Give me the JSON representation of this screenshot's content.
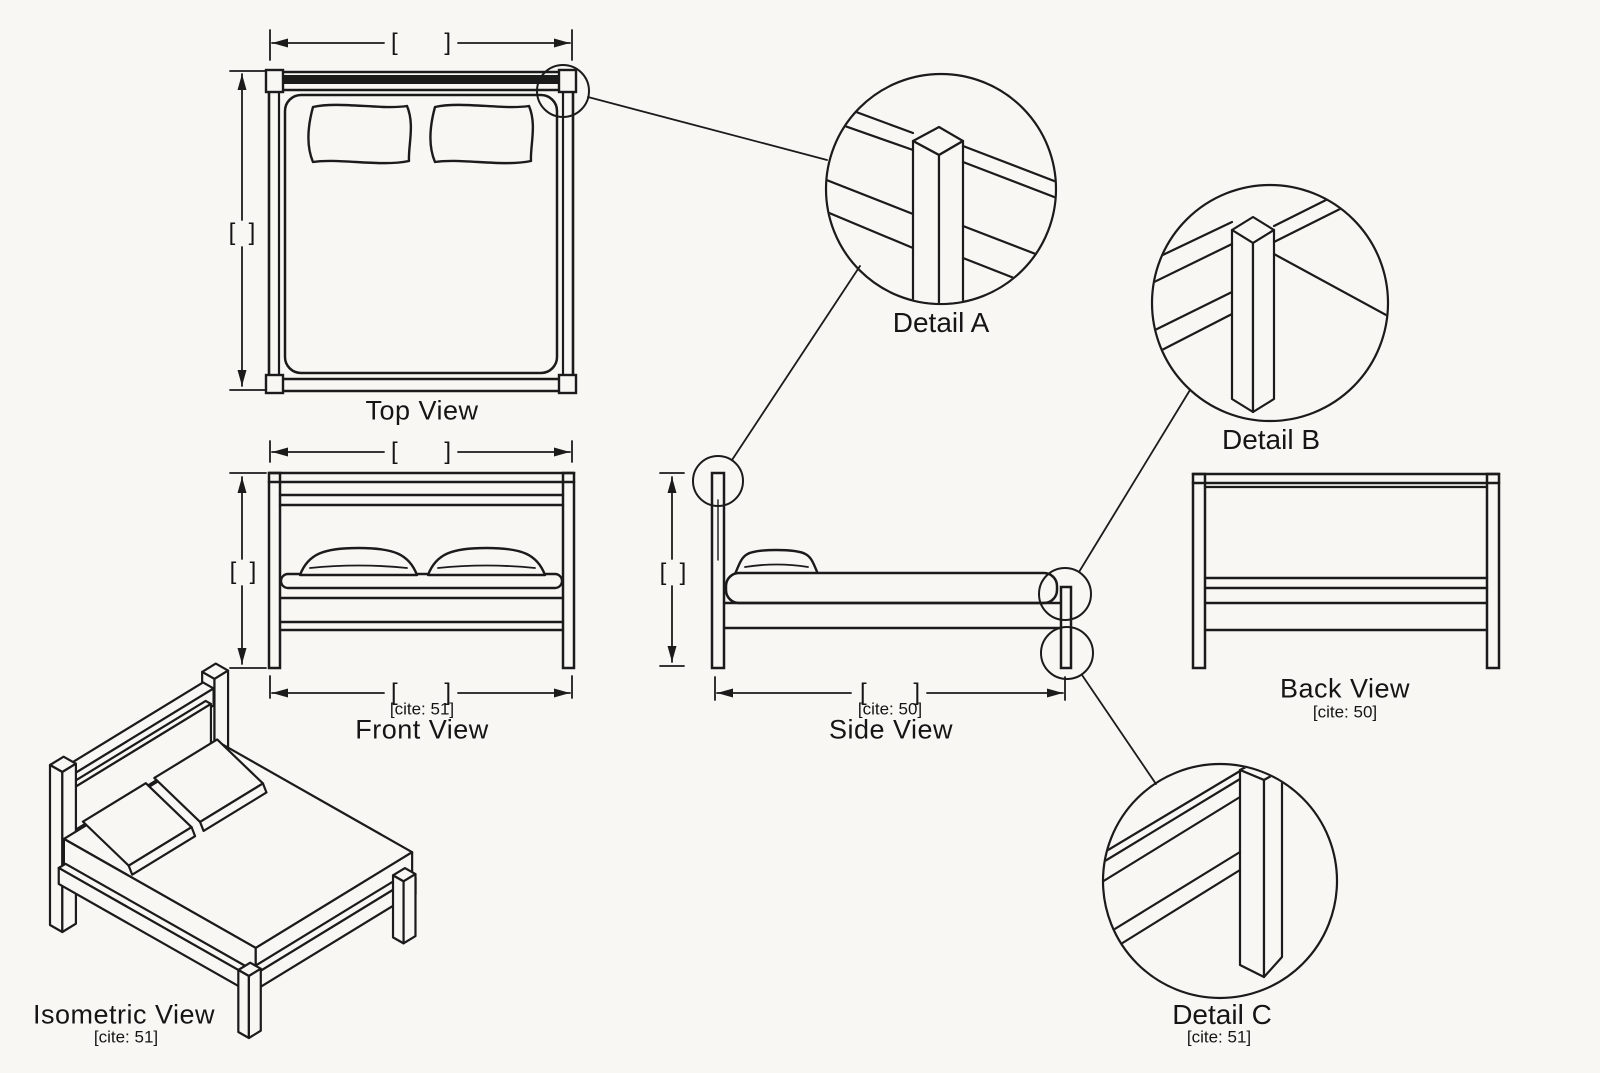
{
  "document_type": "bed frame technical drawing",
  "colors": {
    "background": "#f8f7f4",
    "line": "#1b1b1b",
    "text": "#151515"
  },
  "views": {
    "top": {
      "title": "Top View",
      "width_label": "[       ]",
      "height_label": "[  ]"
    },
    "front": {
      "title": "Front View",
      "cite": "[cite: 51]",
      "width_label_top": "[       ]",
      "width_label_bottom": "[       ]",
      "height_label": "[  ]"
    },
    "side": {
      "title": "Side View",
      "cite": "[cite: 50]",
      "length_label": "[       ]",
      "height_label": "[  ]"
    },
    "back": {
      "title": "Back View",
      "cite": "[cite: 50]"
    },
    "isometric": {
      "title": "Isometric View",
      "cite": "[cite: 51]"
    }
  },
  "details": {
    "a": {
      "title": "Detail A"
    },
    "b": {
      "title": "Detail B"
    },
    "c": {
      "title": "Detail C",
      "cite": "[cite: 51]"
    }
  }
}
